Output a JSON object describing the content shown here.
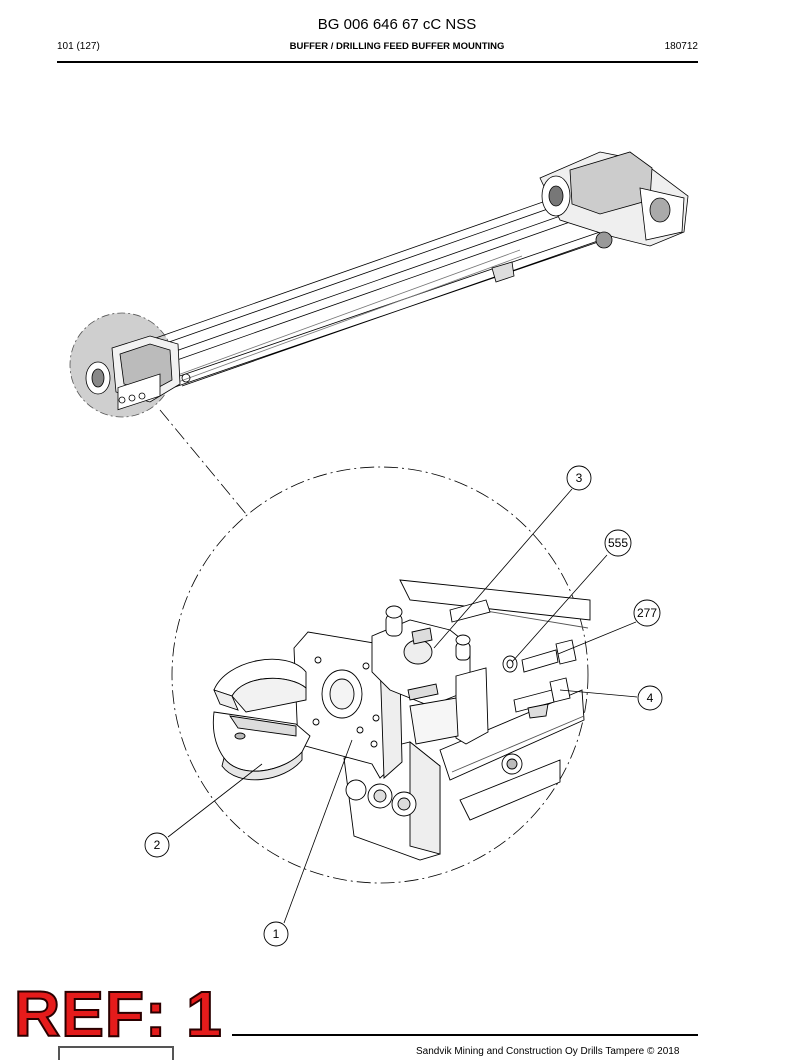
{
  "header": {
    "document_id": "BG 006 646 67 cC NSS",
    "page": "101 (127)",
    "title": "BUFFER / DRILLING FEED BUFFER MOUNTING",
    "date_code": "180712"
  },
  "callouts": [
    "1",
    "2",
    "3",
    "4",
    "277",
    "555"
  ],
  "footer": {
    "copyright": "Sandvik Mining and Construction Oy Drills Tampere © 2018",
    "ref_stamp": "REF: 1"
  },
  "colors": {
    "stamp": "#e51b1b",
    "detail_highlight": "#cfcfcf"
  }
}
